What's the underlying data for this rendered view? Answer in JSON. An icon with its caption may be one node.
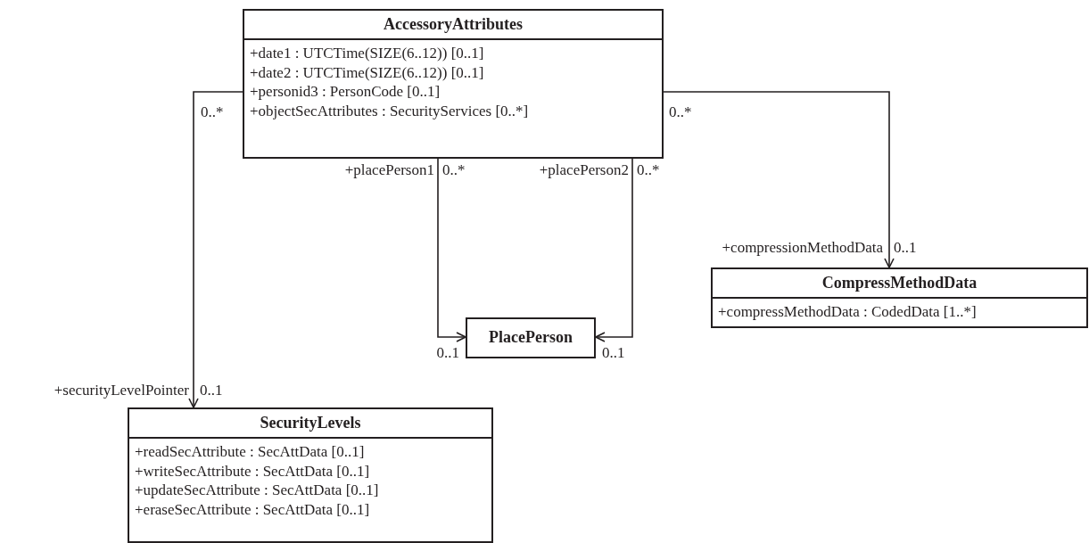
{
  "diagram": {
    "nodes": [
      {
        "text": [
          "AccessoryAttributes",
          "+date1 : UTCTime(SIZE(6..12)) [0..1]",
          "+date2 : UTCTime(SIZE(6..12)) [0..1]",
          "+personid3 : PersonCode [0..1]",
          "+objectSecAttributes : SecurityServices [0..*]"
        ]
      },
      {
        "text": [
          "PlacePerson"
        ]
      },
      {
        "text": [
          "CompressMethodData",
          "+compressMethodData : CodedData [1..*]"
        ]
      },
      {
        "text": [
          "SecurityLevels",
          "+readSecAttribute : SecAttData [0..1]",
          "+writeSecAttribute : SecAttData [0..1]",
          "+updateSecAttribute : SecAttData [0..1]",
          "+eraseSecAttribute : SecAttData [0..1]"
        ]
      }
    ],
    "edges": [
      {
        "from": 0,
        "to": 3,
        "arrow": "to"
      },
      {
        "from": 0,
        "to": 1,
        "arrow": "to"
      },
      {
        "from": 0,
        "to": 1,
        "arrow": "to"
      },
      {
        "from": 0,
        "to": 2,
        "arrow": "to"
      }
    ],
    "labels": [
      "0..*",
      "0..*",
      "+placePerson1",
      "0..*",
      "+placePerson2",
      "0..*",
      "+compressionMethodData",
      "0..1",
      "0..1",
      "0..1",
      "+securityLevelPointer",
      "0..1"
    ]
  }
}
